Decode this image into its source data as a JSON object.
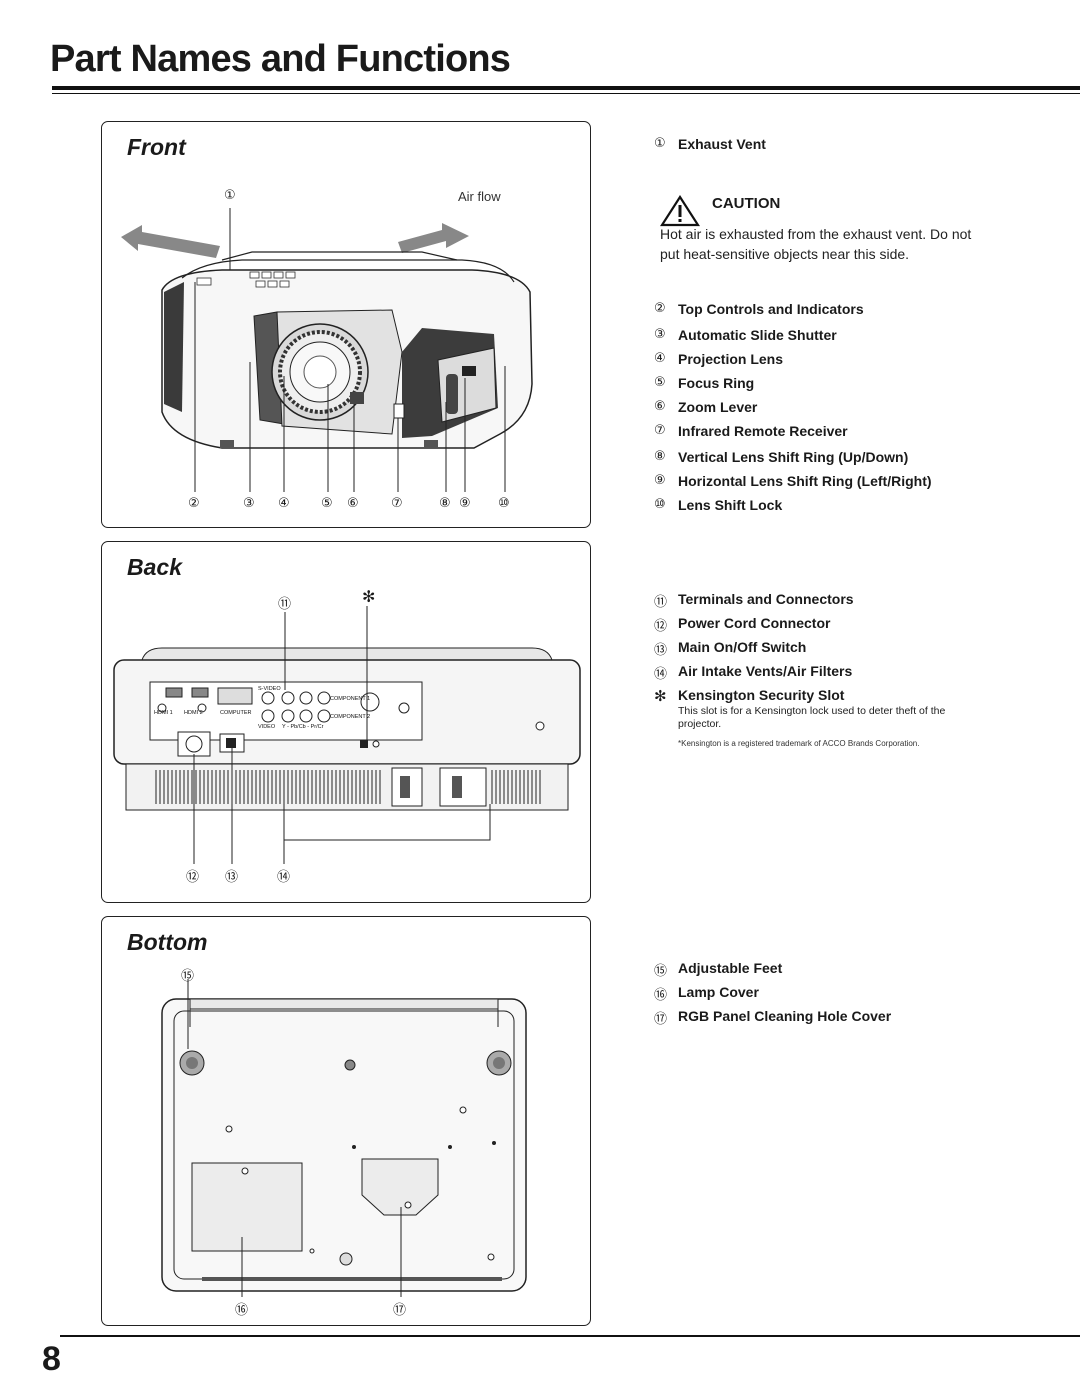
{
  "title": "Part Names and Functions",
  "front": {
    "heading": "Front",
    "airflow_label": "Air flow",
    "callouts": [
      "①",
      "②",
      "③",
      "④",
      "⑤",
      "⑥",
      "⑦",
      "⑧",
      "⑨",
      "⑩"
    ]
  },
  "back": {
    "heading": "Back",
    "callouts": [
      "⑪",
      "✻",
      "⑫",
      "⑬",
      "⑭"
    ],
    "panel_labels": {
      "hdmi1": "HDMI 1",
      "hdmi2": "HDMI 2",
      "computer": "COMPUTER",
      "svideo": "S-VIDEO",
      "video": "VIDEO",
      "ypbpr": "Y - Pb/Cb - Pr/Cr",
      "component1": "COMPONENT 1",
      "component2": "COMPONENT 2"
    }
  },
  "bottom": {
    "heading": "Bottom",
    "callouts": [
      "⑮",
      "⑯",
      "⑰"
    ]
  },
  "items_front": [
    {
      "num": "①",
      "label": "Exhaust Vent"
    }
  ],
  "caution": {
    "title": "CAUTION",
    "icon": "warning-triangle-icon",
    "text": "Hot air is exhausted from the exhaust vent. Do not put heat-sensitive objects near this side."
  },
  "items_front_2": [
    {
      "num": "②",
      "label": "Top Controls and Indicators"
    },
    {
      "num": "③",
      "label": "Automatic Slide Shutter"
    },
    {
      "num": "④",
      "label": "Projection Lens"
    },
    {
      "num": "⑤",
      "label": "Focus Ring"
    },
    {
      "num": "⑥",
      "label": "Zoom Lever"
    },
    {
      "num": "⑦",
      "label": "Infrared Remote Receiver"
    },
    {
      "num": "⑧",
      "label": "Vertical Lens Shift Ring (Up/Down)"
    },
    {
      "num": "⑨",
      "label": "Horizontal Lens Shift Ring (Left/Right)"
    },
    {
      "num": "⑩",
      "label": "Lens Shift Lock"
    }
  ],
  "items_back": [
    {
      "num": "⑪",
      "label": "Terminals and Connectors"
    },
    {
      "num": "⑫",
      "label": "Power Cord Connector"
    },
    {
      "num": "⑬",
      "label": "Main On/Off Switch"
    },
    {
      "num": "⑭",
      "label": "Air Intake Vents/Air Filters"
    },
    {
      "num": "✻",
      "label": "Kensington Security Slot"
    }
  ],
  "kensington_note": "This slot is for a Kensington lock used to deter theft of the projector.",
  "trademark_note": "*Kensington is a registered trademark of ACCO Brands Corporation.",
  "items_bottom": [
    {
      "num": "⑮",
      "label": "Adjustable Feet"
    },
    {
      "num": "⑯",
      "label": "Lamp Cover"
    },
    {
      "num": "⑰",
      "label": "RGB Panel Cleaning Hole Cover"
    }
  ],
  "page_number": "8"
}
